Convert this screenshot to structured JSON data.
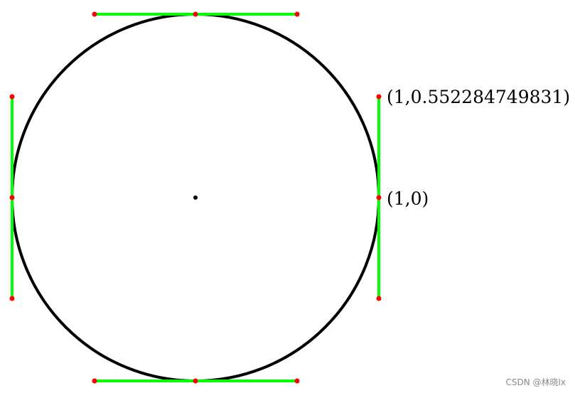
{
  "labels": {
    "control_point": "(1,0.552284749831)",
    "anchor_point": "(1,0)"
  },
  "watermark": "CSDN @林晓lx",
  "colors": {
    "circle": "#000000",
    "tangent": "#00ff00",
    "point": "#ff0000",
    "center": "#000000",
    "background": "#ffffff"
  },
  "kappa": 0.552284749831
}
